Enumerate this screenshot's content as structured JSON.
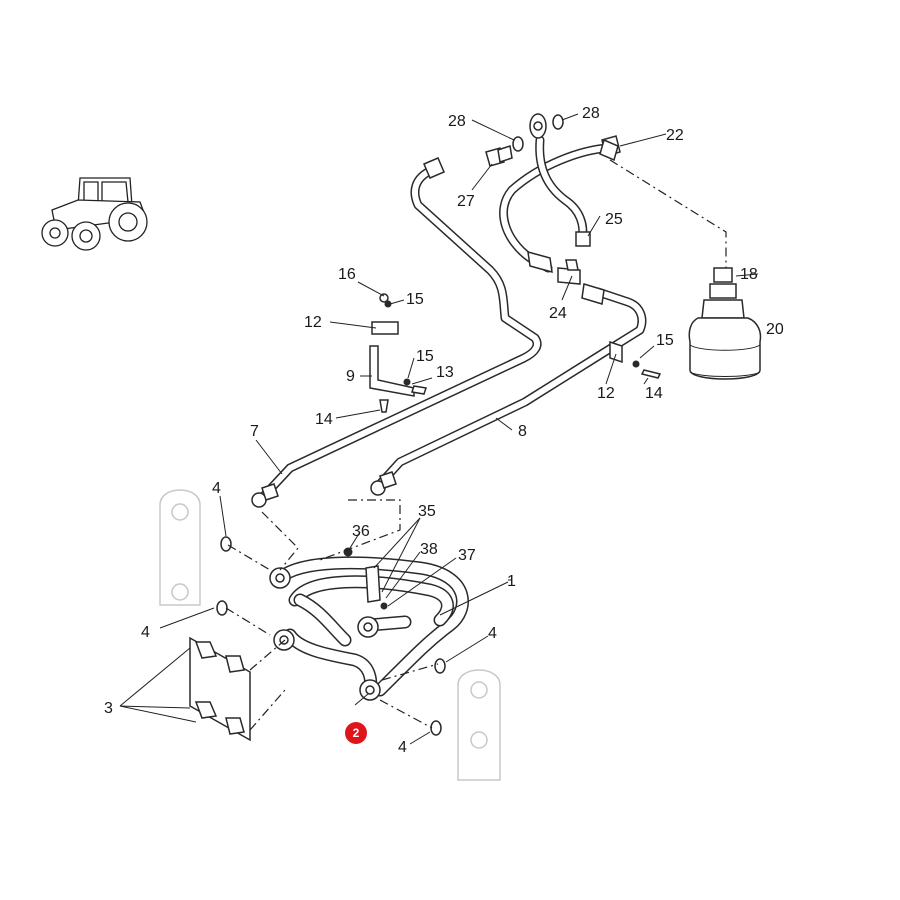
{
  "diagram": {
    "callouts": {
      "c1": "1",
      "c2": "2",
      "c3": "3",
      "c4a": "4",
      "c4b": "4",
      "c4c": "4",
      "c4d": "4",
      "c7": "7",
      "c8": "8",
      "c9": "9",
      "c12a": "12",
      "c12b": "12",
      "c13": "13",
      "c14a": "14",
      "c14b": "14",
      "c15a": "15",
      "c15b": "15",
      "c15c": "15",
      "c16": "16",
      "c18": "18",
      "c20": "20",
      "c22": "22",
      "c24": "24",
      "c25": "25",
      "c27": "27",
      "c28a": "28",
      "c28b": "28",
      "c35": "35",
      "c36": "36",
      "c37": "37",
      "c38": "38"
    },
    "highlight_color": "#e0141b",
    "icons": [
      "tractor-thumbnail-icon"
    ]
  }
}
